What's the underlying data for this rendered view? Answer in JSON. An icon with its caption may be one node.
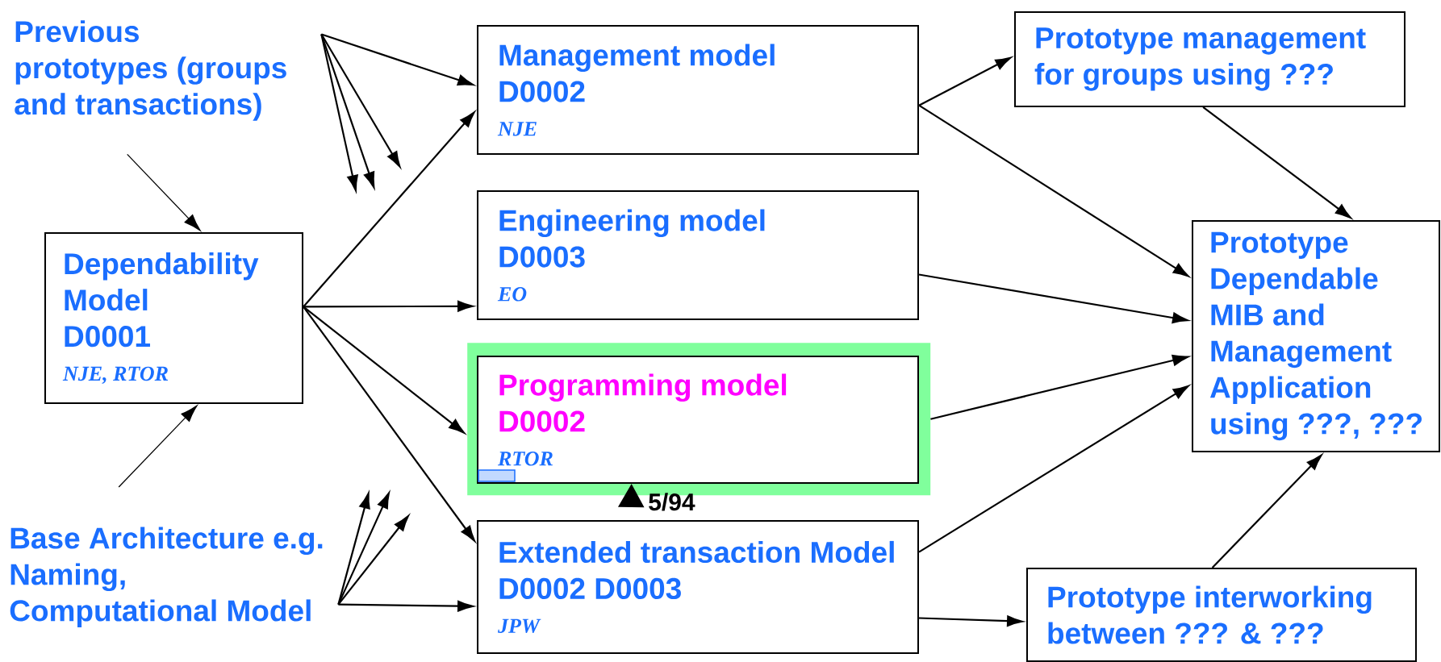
{
  "diagram": {
    "nodes": [
      {
        "text": [
          "Previous prototypes (groups and transactions)"
        ]
      },
      {
        "text": [
          "Dependability Model",
          "D0001",
          "NJE, RTOR"
        ]
      },
      {
        "text": [
          "Base Architecture e.g. Naming, Computational Model"
        ]
      },
      {
        "text": [
          "Management model",
          "D0002",
          "NJE"
        ]
      },
      {
        "text": [
          "Engineering model",
          "D0003",
          "EO"
        ]
      },
      {
        "text": [],
        "shape": "box"
      },
      {
        "text": [
          "Programming model",
          "D0002",
          "RTOR"
        ],
        "in": 5
      },
      {
        "text": [
          "Extended transaction Model",
          "D0002 D0003",
          "JPW"
        ]
      },
      {
        "text": [
          "Prototype management for groups using ???"
        ]
      },
      {
        "text": [
          "Prototype Dependable MIB and Management Application using ???, ???"
        ]
      },
      {
        "text": [
          "Prototype interworking between ??? & ???"
        ]
      }
    ],
    "edges": [
      {
        "from": 0,
        "to": 1,
        "arrow": "to"
      },
      {
        "from": 0,
        "to": 3,
        "arrow": "to"
      },
      {
        "from": 0,
        "to": null,
        "arrow": "to"
      },
      {
        "from": 0,
        "to": null,
        "arrow": "to"
      },
      {
        "from": 0,
        "to": null,
        "arrow": "to"
      },
      {
        "from": 1,
        "to": 3,
        "arrow": "to"
      },
      {
        "from": 1,
        "to": 4,
        "arrow": "to"
      },
      {
        "from": 1,
        "to": 5,
        "arrow": "to"
      },
      {
        "from": 1,
        "to": 7,
        "arrow": "to"
      },
      {
        "from": 2,
        "to": 7,
        "arrow": "to"
      },
      {
        "from": 2,
        "to": null,
        "arrow": "to"
      },
      {
        "from": 2,
        "to": null,
        "arrow": "to"
      },
      {
        "from": 2,
        "to": null,
        "arrow": "to"
      },
      {
        "from": 2,
        "to": 1,
        "arrow": "to"
      },
      {
        "from": 3,
        "to": 8,
        "arrow": "to"
      },
      {
        "from": 3,
        "to": 9,
        "arrow": "to"
      },
      {
        "from": 8,
        "to": 9,
        "arrow": "to"
      },
      {
        "from": 4,
        "to": 9,
        "arrow": "to"
      },
      {
        "from": 5,
        "to": 9,
        "arrow": "to"
      },
      {
        "from": 7,
        "to": 9,
        "arrow": "to"
      },
      {
        "from": 7,
        "to": 10,
        "arrow": "to"
      },
      {
        "from": 10,
        "to": 9,
        "arrow": "to"
      },
      {
        "from": 7,
        "to": 6,
        "arrow": "to"
      }
    ],
    "labels": [
      "5/94"
    ]
  }
}
